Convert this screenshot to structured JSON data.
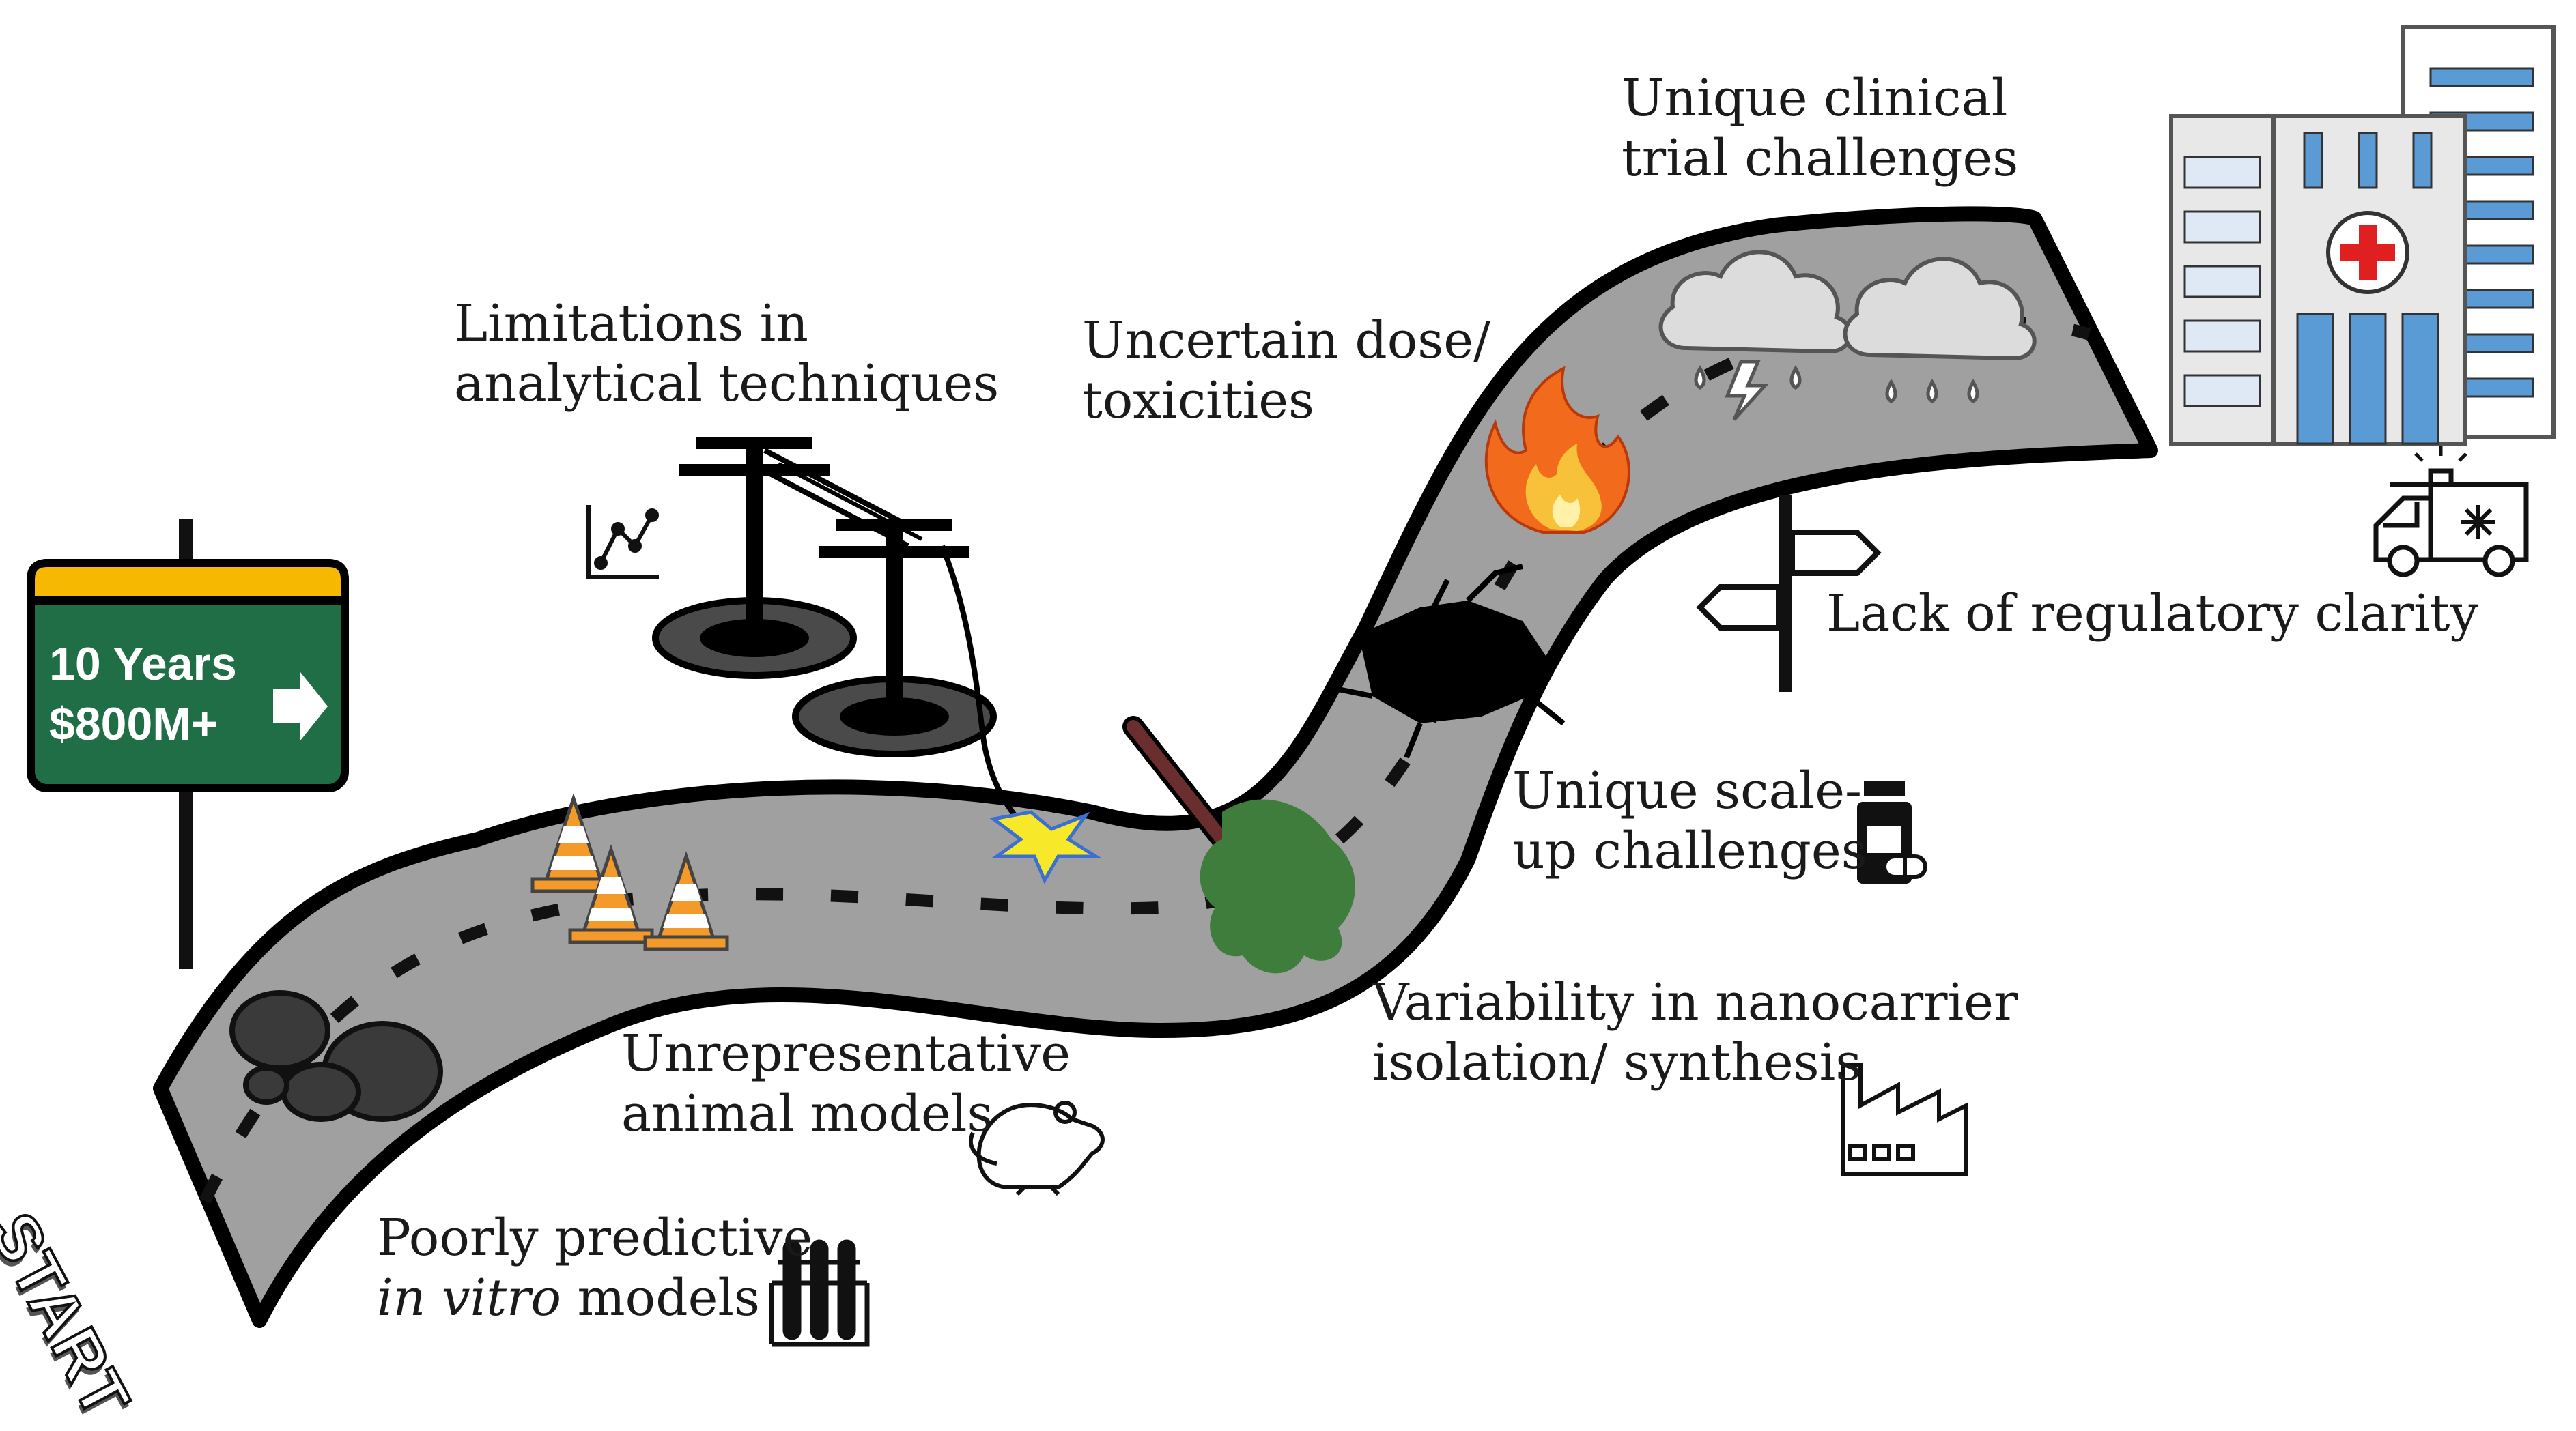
{
  "sign": {
    "line1": "10 Years",
    "line2": "$800M+",
    "arrow_icon": "right-arrow-icon",
    "colors": {
      "header": "#f6b800",
      "panel": "#1f6e45"
    }
  },
  "start_label": "START",
  "labels": {
    "in_vitro": {
      "line1": "Poorly predictive",
      "line2_italic": "in vitro",
      "line2_rest": " models",
      "icon": "test-tubes-icon"
    },
    "animal": {
      "line1": "Unrepresentative",
      "line2": "animal models",
      "icon": "mouse-icon"
    },
    "analytical": {
      "line1": "Limitations in",
      "line2": "analytical techniques",
      "icon": "line-graph-icon"
    },
    "dose": {
      "line1": "Uncertain dose/",
      "line2": "toxicities",
      "icon": "fire-icon"
    },
    "clinical": {
      "line1": "Unique clinical",
      "line2": "trial challenges",
      "icon": "storm-cloud-icon"
    },
    "regulatory": {
      "line1": "Lack of regulatory clarity",
      "icon": "signpost-icon"
    },
    "scaleup": {
      "line1": "Unique scale-",
      "line2": "up challenges",
      "icon": "medicine-bottle-icon"
    },
    "variability": {
      "line1": "Variability in nanocarrier",
      "line2": "isolation/ synthesis",
      "icon": "factory-icon"
    }
  },
  "hazards": [
    "rocks-icon",
    "traffic-cone-icon",
    "power-line-icon",
    "spark-icon",
    "fallen-tree-icon",
    "pothole-icon",
    "fire-icon",
    "storm-cloud-icon",
    "rain-cloud-icon"
  ],
  "destination": [
    "hospital-icon",
    "ambulance-icon"
  ],
  "colors": {
    "road": "#a0a0a0",
    "road_edge": "#000000",
    "hospital_window": "#5b9bd5",
    "cross": "#e02020",
    "tree": "#3f7d3c",
    "fire": "#f26b1d",
    "spark": "#f7e92a"
  }
}
